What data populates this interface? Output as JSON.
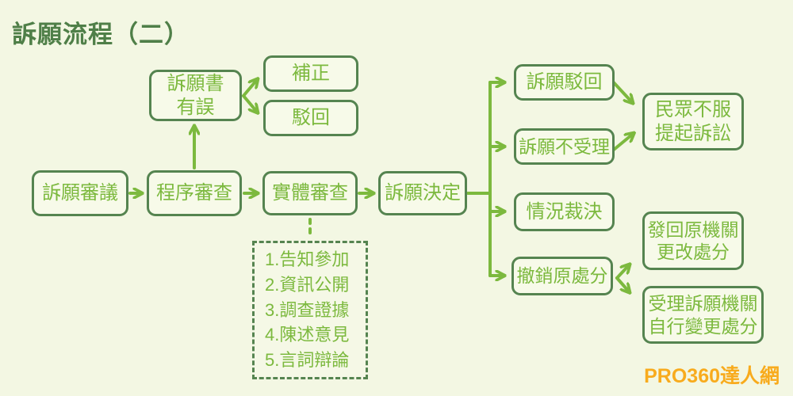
{
  "title": "訴願流程（二）",
  "watermark": "PRO360達人網",
  "colors": {
    "background": "#f3f7e3",
    "box_fill": "#f7fae9",
    "box_border": "#558450",
    "text_green": "#7cb93e",
    "arrow_green": "#7cb93e",
    "title_green": "#4f7f48",
    "watermark_orange": "#f8ab1d"
  },
  "nodes": {
    "appeal_deliberation": {
      "label": "訴願審議"
    },
    "procedural_review": {
      "label": "程序審查"
    },
    "substantive_review": {
      "label": "實體審查"
    },
    "appeal_decision": {
      "label": "訴願決定"
    },
    "appeal_letter_error": {
      "label": "訴願書\n有誤"
    },
    "correction": {
      "label": "補正"
    },
    "rejection": {
      "label": "駁回"
    },
    "appeal_rejected": {
      "label": "訴願駁回"
    },
    "appeal_not_accepted": {
      "label": "訴願不受理"
    },
    "file_lawsuit": {
      "label": "民眾不服\n提起訴訟"
    },
    "circumstance_ruling": {
      "label": "情況裁決"
    },
    "revoke_disposition": {
      "label": "撤銷原處分"
    },
    "return_to_agency": {
      "label": "發回原機關\n更改處分"
    },
    "agency_self_change": {
      "label": "受理訴願機關\n自行變更處分"
    },
    "procedure_steps": {
      "items": [
        "1.告知參加",
        "2.資訊公開",
        "3.調查證據",
        "4.陳述意見",
        "5.言詞辯論"
      ]
    }
  }
}
